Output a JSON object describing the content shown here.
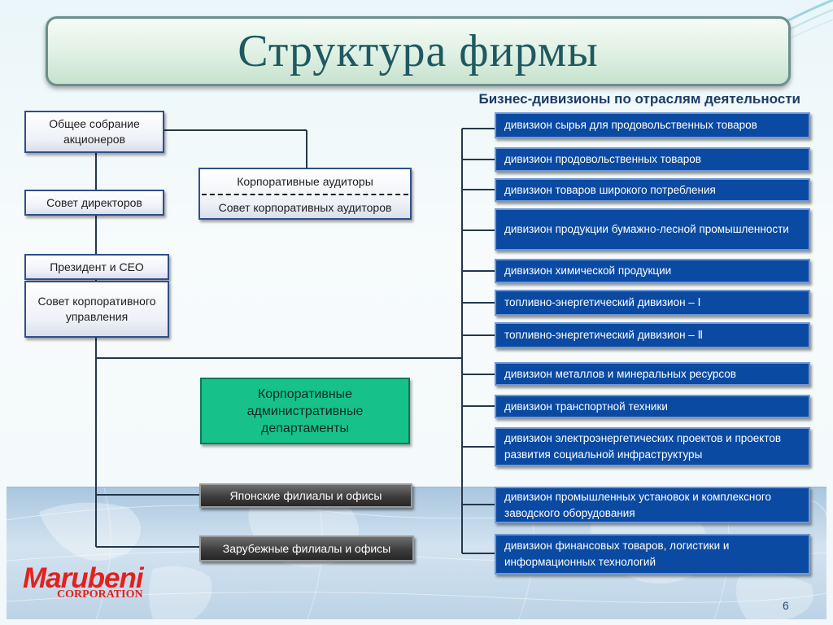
{
  "title": "Структура фирмы",
  "subtitle": "Бизнес-дивизионы по отраслям деятельности",
  "left_boxes": {
    "shareholders": "Общее собрание акционеров",
    "board": "Совет директоров",
    "president": "Президент и CEO",
    "governance": "Совет корпоративного управления"
  },
  "auditors": {
    "top": "Корпоративные аудиторы",
    "bottom": "Совет корпоративных аудиторов"
  },
  "admin_departments": "Корпоративные административные департаменты",
  "japan_offices": "Японские филиалы и офисы",
  "overseas_offices": "Зарубежные филиалы и офисы",
  "divisions": [
    "дивизион сырья для продовольственных товаров",
    "дивизион продовольственных товаров",
    "дивизион товаров широкого потребления",
    "дивизион продукции бумажно-лесной промышленности",
    "дивизион химической продукции",
    "топливно-энергетический дивизион – Ⅰ",
    "топливно-энергетический дивизион – Ⅱ",
    "дивизион металлов и минеральных ресурсов",
    "дивизион транспортной техники",
    "дивизион электроэнергетических проектов и проектов развития социальной инфраструктуры",
    "дивизион промышленных установок и комплексного заводского оборудования",
    "дивизион финансовых товаров, логистики и информационных технологий"
  ],
  "logo": {
    "name": "Marubeni",
    "corp": "CORPORATION"
  },
  "page_number": "6"
}
